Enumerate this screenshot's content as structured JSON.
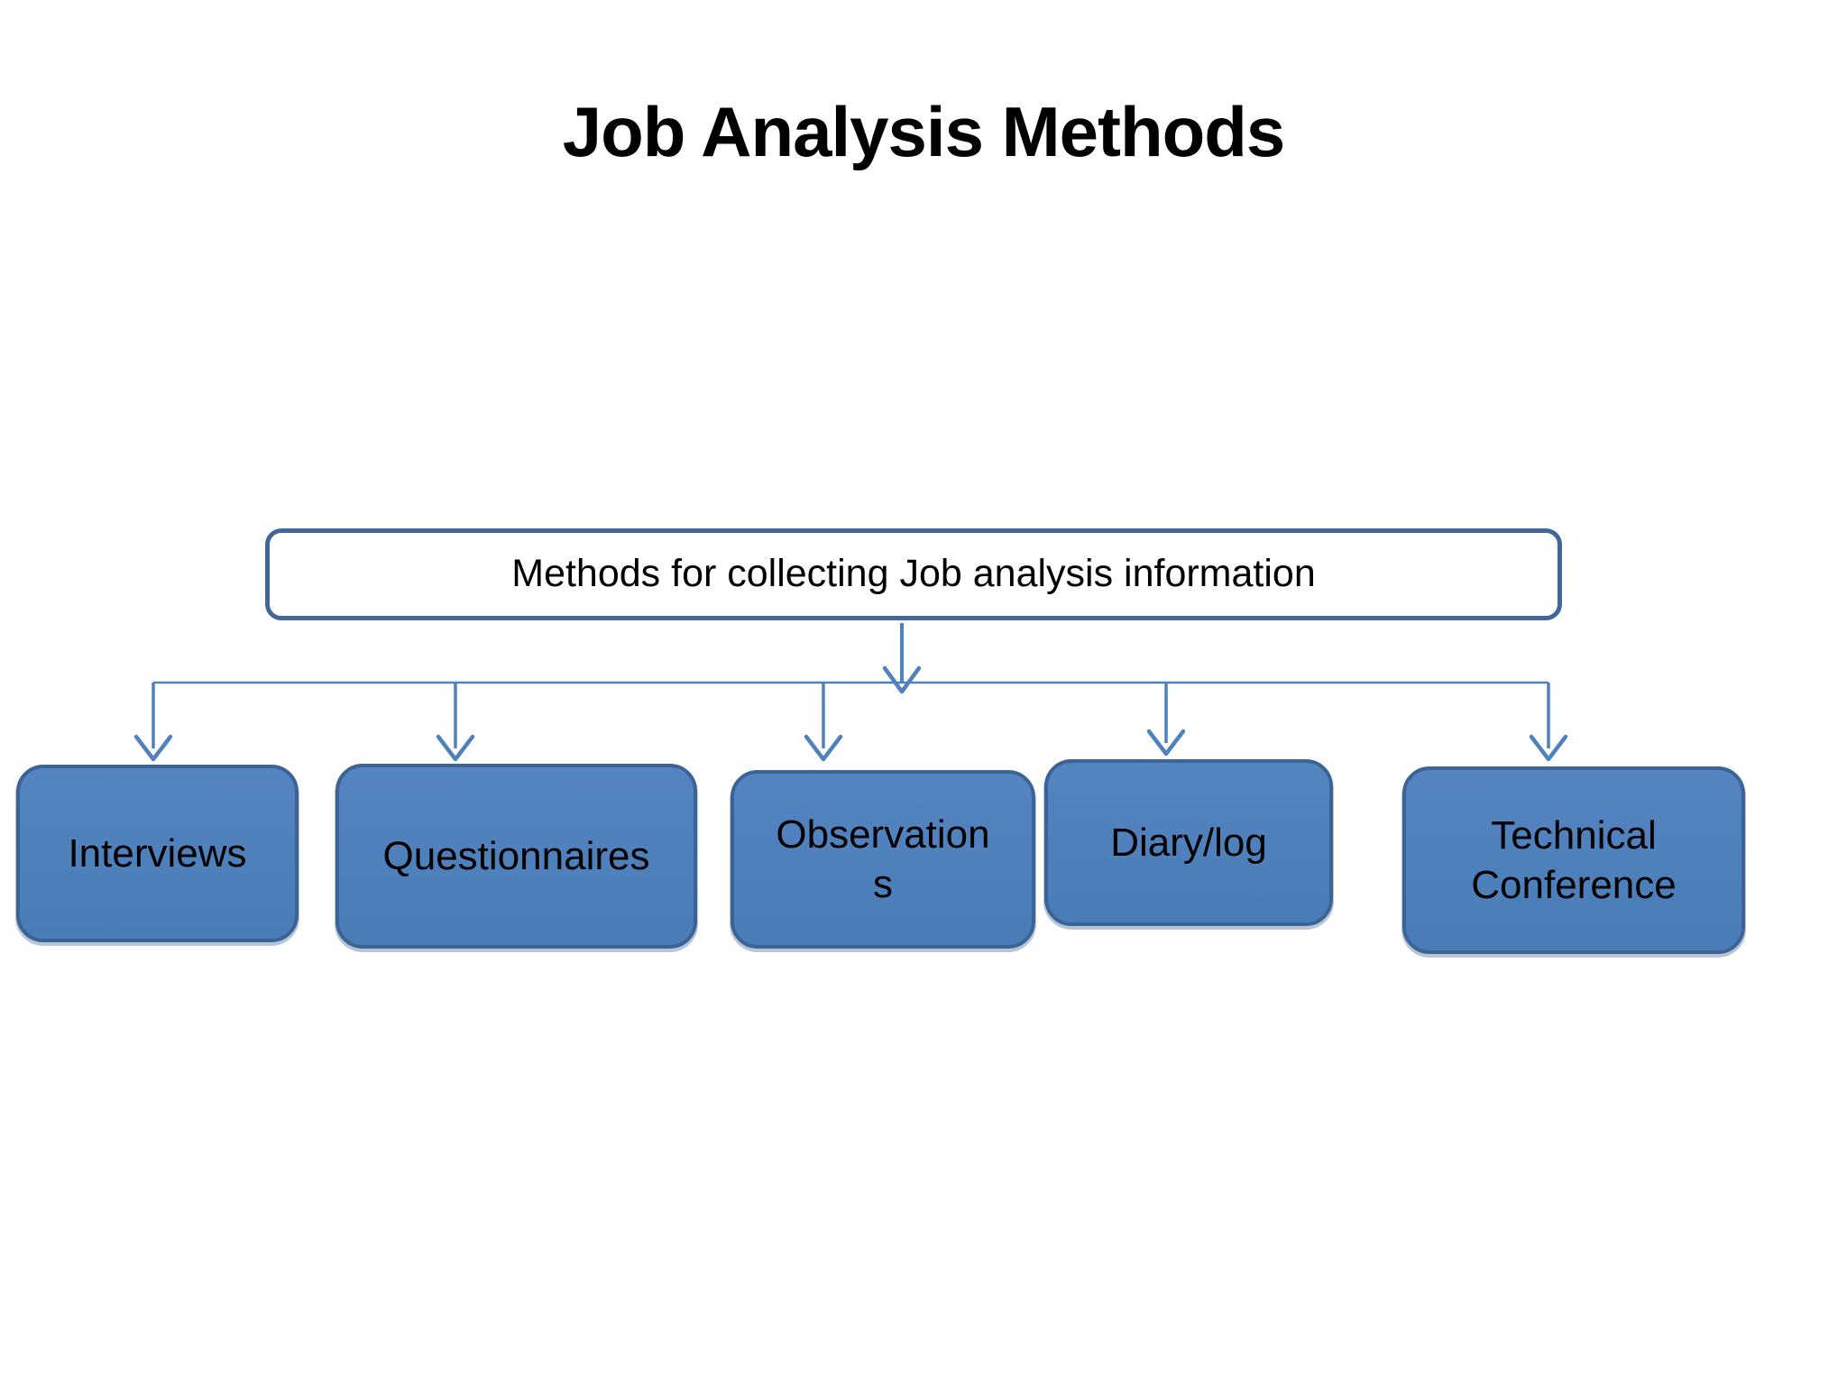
{
  "slide": {
    "title": "Job Analysis Methods",
    "root_node": {
      "label": "Methods for collecting Job analysis information"
    },
    "method_nodes": [
      {
        "label": "Interviews"
      },
      {
        "label": "Questionnaires"
      },
      {
        "label": "Observations"
      },
      {
        "label": "Diary/log"
      },
      {
        "label": "Technical Conference"
      }
    ],
    "colors": {
      "background": "#ffffff",
      "node_fill": "#4f81bd",
      "node_border": "#3a6496",
      "root_fill": "#ffffff",
      "root_border": "#41669b",
      "connector": "#4f81bd",
      "text": "#000000"
    }
  }
}
